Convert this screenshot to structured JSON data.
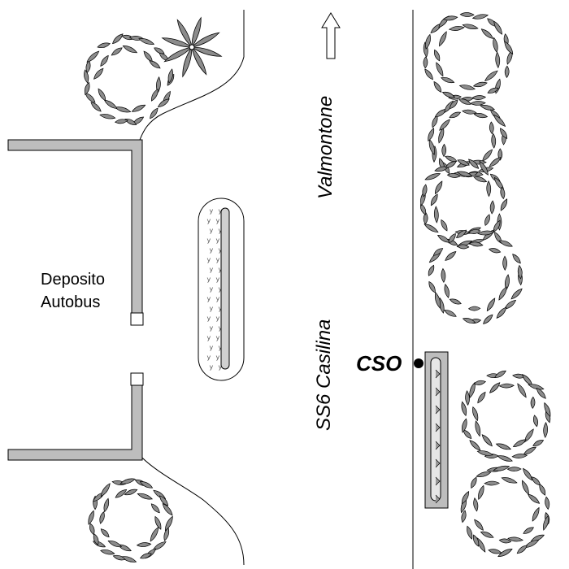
{
  "map": {
    "depot_label_line1": "Deposito",
    "depot_label_line2": "Autobus",
    "destination_label": "Valmontone",
    "road_label": "SS6 Casilina",
    "outfall_label": "CSO"
  },
  "colors": {
    "structure_fill": "#bdbdbd",
    "tree_fill": "#8c8c8c",
    "outline": "#000000"
  },
  "icons": {
    "north_arrow": "arrow-up-icon",
    "outfall_point": "filled-circle-icon",
    "tree": "tree-canopy-icon"
  }
}
